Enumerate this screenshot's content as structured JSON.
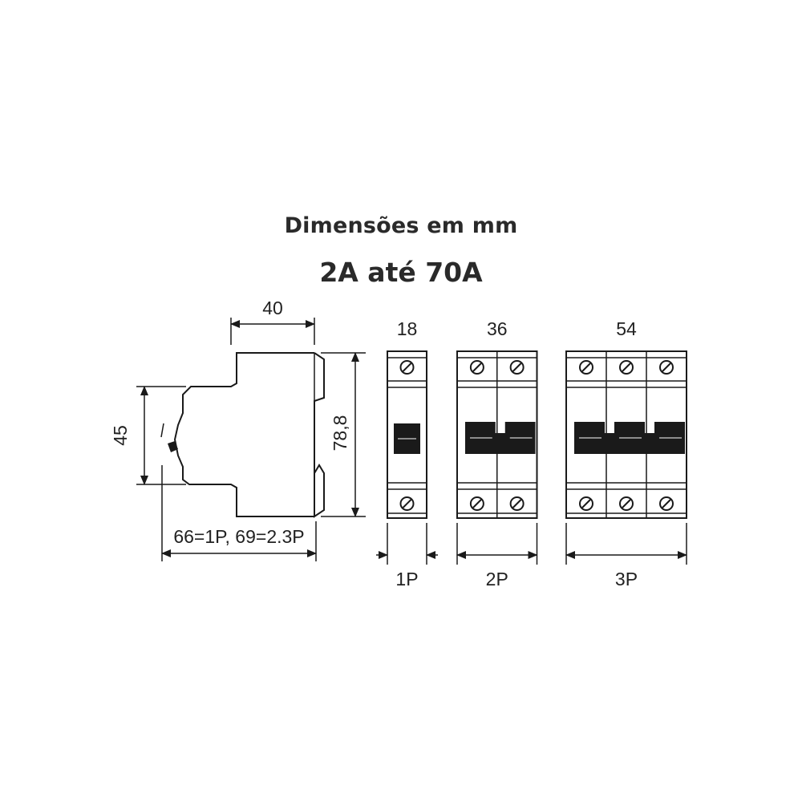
{
  "header": {
    "title": "Dimensões em mm",
    "subtitle": "2A até 70A"
  },
  "side_view": {
    "width_label": "40",
    "height_label": "45",
    "total_height_label": "78,8",
    "depth_label": "66=1P, 69=2.3P"
  },
  "front_views": [
    {
      "width_label": "18",
      "pole_label": "1P",
      "poles": 1
    },
    {
      "width_label": "36",
      "pole_label": "2P",
      "poles": 2
    },
    {
      "width_label": "54",
      "pole_label": "3P",
      "poles": 3
    }
  ],
  "colors": {
    "line": "#1a1a1a",
    "text": "#2a2a2a",
    "handle": "#1a1a1a"
  },
  "icons": [
    "screw-terminal-icon",
    "arrowhead-icon",
    "toggle-handle-icon"
  ]
}
